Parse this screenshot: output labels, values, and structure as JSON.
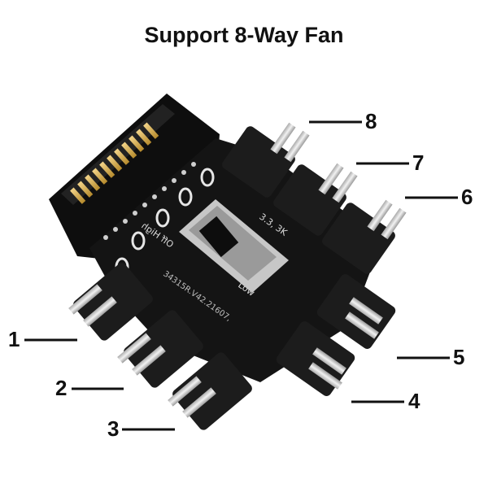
{
  "title": "Support 8-Way Fan",
  "board_silkscreen": {
    "speed_values": "3.3, 3K",
    "switch_modes": "Off High",
    "switch_low": "Low",
    "part_number": "34315R.V42.21607,"
  },
  "callouts": [
    "1",
    "2",
    "3",
    "4",
    "5",
    "6",
    "7",
    "8"
  ],
  "colors": {
    "board": "#141414",
    "connector": "#1c1c1c",
    "pin": "#d9d9d9",
    "gold_contact": "#d8b35a"
  }
}
